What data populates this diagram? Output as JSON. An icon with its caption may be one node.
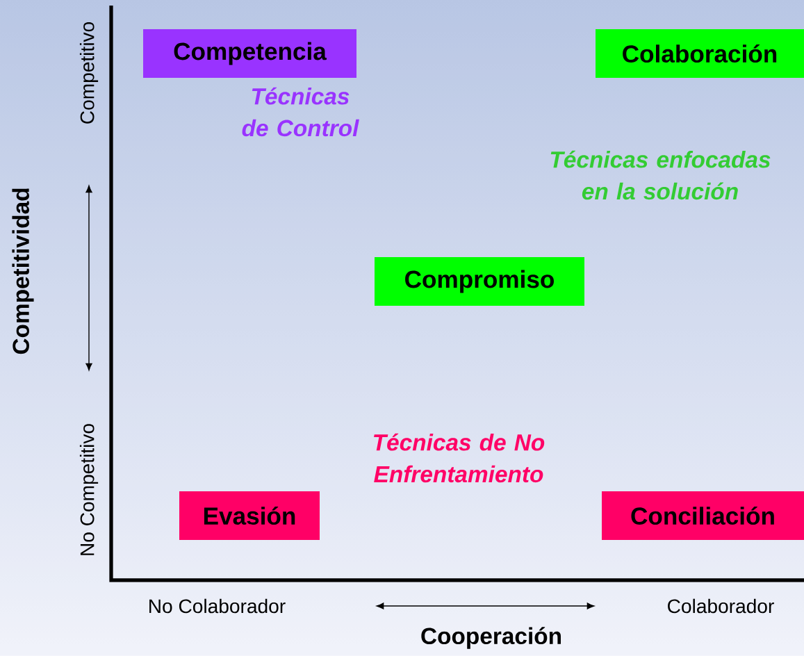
{
  "diagram": {
    "nodes": [
      {
        "text": [
          "Competencia"
        ]
      },
      {
        "text": [
          "Colaboración"
        ]
      },
      {
        "text": [
          "Compromiso"
        ]
      },
      {
        "text": [
          "Evasión"
        ]
      },
      {
        "text": [
          "Conciliación"
        ]
      }
    ],
    "labels": [
      "Competitivo",
      "Técnicas de Control",
      "Técnicas enfocadas en la solución",
      "Competitividad",
      "No Competitivo",
      "Técnicas de No Enfrentamiento",
      "No Colaborador",
      "Colaborador",
      "Cooperación"
    ]
  }
}
